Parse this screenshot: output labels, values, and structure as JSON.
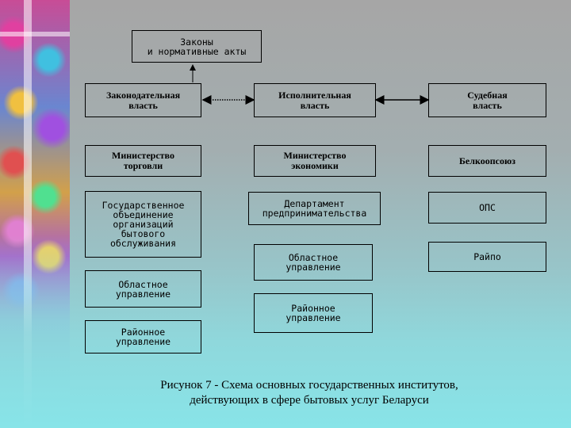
{
  "boxes": {
    "laws": "Законы\nи нормативные акты",
    "legislative": "Законодательная\nвласть",
    "executive": "Исполнительная\nвласть",
    "judicial": "Судебная\nвласть",
    "min_trade": "Министерство\nторговли",
    "min_economy": "Министерство\nэкономики",
    "belkoop": "Белкоопсоюз",
    "state_union": "Государственное\nобъединение\nорганизаций\nбытового\nобслуживания",
    "dept_business": "Департамент\nпредпринимательства",
    "ops": "ОПС",
    "regional_exec": "Областное\nуправление",
    "raipo": "Райпо",
    "regional_left": "Областное\nуправление",
    "district_mid": "Районное\nуправление",
    "district_left": "Районное\nуправление"
  },
  "caption": {
    "line1": "Рисунок 7  -  Схема основных государственных институтов,",
    "line2": "действующих в сфере бытовых услуг Беларуси"
  }
}
